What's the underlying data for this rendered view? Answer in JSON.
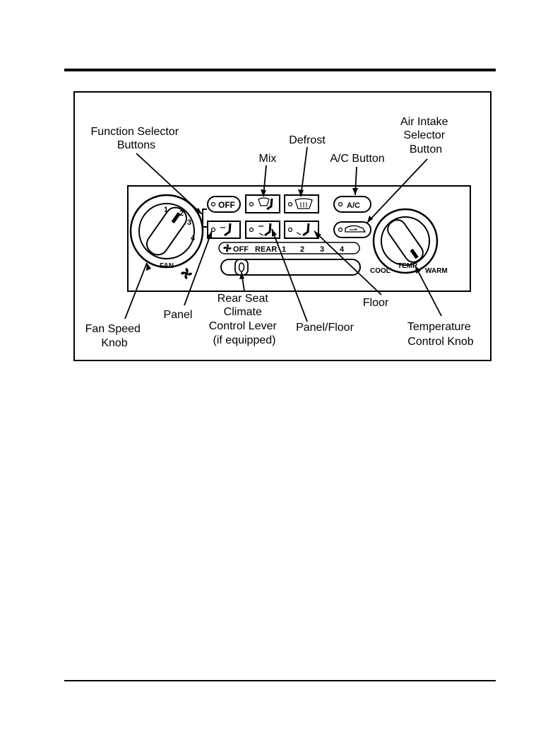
{
  "labels": {
    "function_selector": [
      "Function Selector",
      "Buttons"
    ],
    "mix": "Mix",
    "defrost": "Defrost",
    "ac_button": "A/C Button",
    "air_intake": [
      "Air Intake",
      "Selector",
      "Button"
    ],
    "panel": "Panel",
    "rear_seat": [
      "Rear Seat",
      "Climate",
      "Control Lever",
      "(if equipped)"
    ],
    "panel_floor": "Panel/Floor",
    "floor": "Floor",
    "fan_speed": [
      "Fan Speed",
      "Knob"
    ],
    "temperature": [
      "Temperature",
      "Control Knob"
    ]
  },
  "panel": {
    "fan_knob": {
      "marks": [
        "1",
        "2",
        "3",
        "4"
      ],
      "caption": "FAN"
    },
    "off_button": "OFF",
    "ac_button": "A/C",
    "rear_strip": [
      "OFF",
      "REAR",
      "1",
      "2",
      "3",
      "4"
    ],
    "temp_knob": {
      "cool": "COOL",
      "temp": "TEMP",
      "warm": "WARM"
    }
  }
}
